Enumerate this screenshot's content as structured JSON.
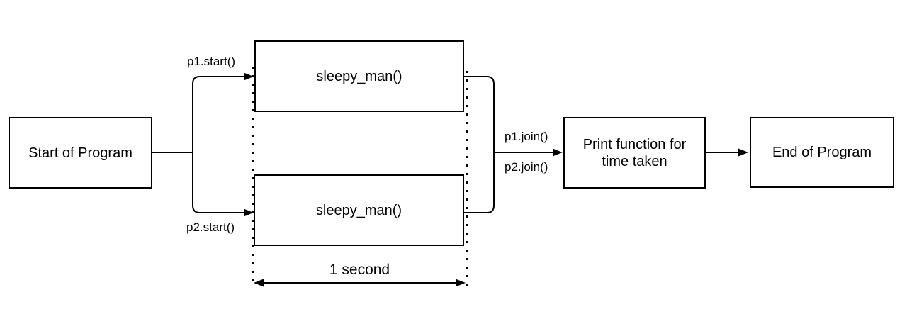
{
  "diagram": {
    "nodes": {
      "start": {
        "label": "Start of Program"
      },
      "sleepy_top": {
        "label": "sleepy_man()"
      },
      "sleepy_bottom": {
        "label": "sleepy_man()"
      },
      "print_time": {
        "line1": "Print function for",
        "line2": "time taken"
      },
      "end": {
        "label": "End of Program"
      }
    },
    "labels": {
      "p1_start": "p1.start()",
      "p2_start": "p2.start()",
      "p1_join": "p1.join()",
      "p2_join": "p2.join()",
      "duration": "1 second"
    },
    "colors": {
      "stroke": "#000000",
      "node_fill": "#ffffff",
      "text": "#000000",
      "background": "#ffffff"
    }
  }
}
